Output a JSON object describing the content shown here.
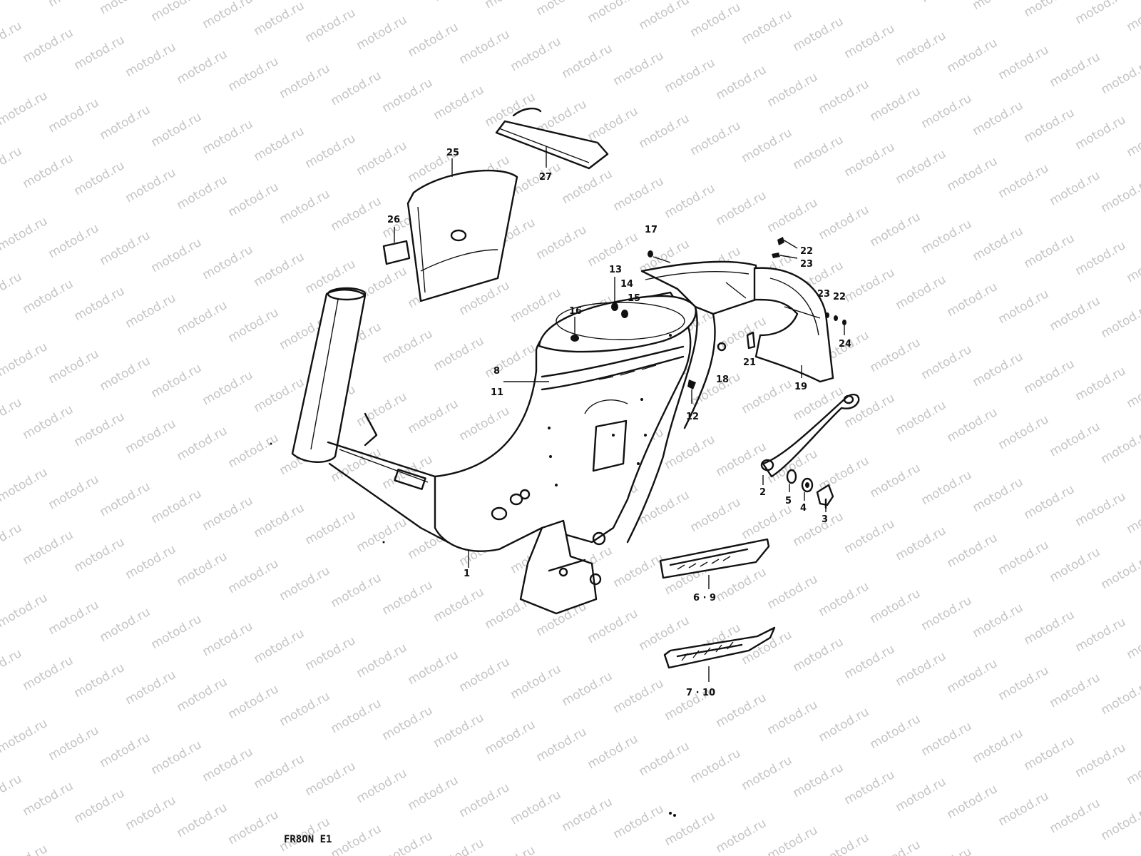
{
  "watermark_text": "motod.ru",
  "diagram_code": "FR8ON E1",
  "callouts": [
    {
      "id": "c1",
      "text": "1"
    },
    {
      "id": "c2",
      "text": "2"
    },
    {
      "id": "c3",
      "text": "3"
    },
    {
      "id": "c4",
      "text": "4"
    },
    {
      "id": "c5",
      "text": "5"
    },
    {
      "id": "c69",
      "text": "6 · 9"
    },
    {
      "id": "c710",
      "text": "7 · 10"
    },
    {
      "id": "c8",
      "text": "8"
    },
    {
      "id": "c11",
      "text": "11"
    },
    {
      "id": "c12",
      "text": "12"
    },
    {
      "id": "c13",
      "text": "13"
    },
    {
      "id": "c14",
      "text": "14"
    },
    {
      "id": "c15",
      "text": "15"
    },
    {
      "id": "c16",
      "text": "16"
    },
    {
      "id": "c17",
      "text": "17"
    },
    {
      "id": "c18",
      "text": "18"
    },
    {
      "id": "c19",
      "text": "19"
    },
    {
      "id": "c21",
      "text": "21"
    },
    {
      "id": "c22a",
      "text": "22"
    },
    {
      "id": "c23a",
      "text": "23"
    },
    {
      "id": "c23b",
      "text": "23"
    },
    {
      "id": "c22b",
      "text": "22"
    },
    {
      "id": "c24",
      "text": "24"
    },
    {
      "id": "c25",
      "text": "25"
    },
    {
      "id": "c26",
      "text": "26"
    },
    {
      "id": "c27",
      "text": "27"
    }
  ],
  "colors": {
    "line": "#111111",
    "watermark": "#c4c4c4",
    "background": "#ffffff"
  }
}
